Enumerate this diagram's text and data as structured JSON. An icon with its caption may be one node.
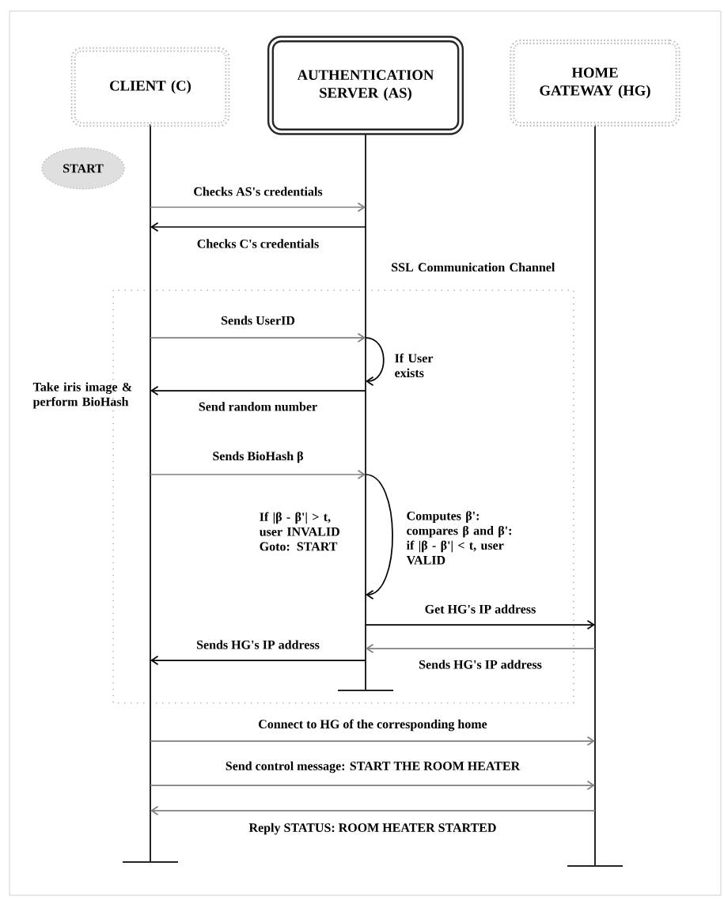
{
  "diagram": {
    "nodes": [
      {
        "text": [
          "CLIENT (C)"
        ]
      },
      {
        "text": [
          "AUTHENTICATION SERVER (AS)"
        ]
      },
      {
        "text": [
          "HOME GATEWAY (HG)"
        ]
      },
      {
        "text": [
          "START"
        ]
      }
    ],
    "edges": [
      {
        "from": 0,
        "to": 1,
        "arrow": "to",
        "label": "Checks AS's credentials"
      },
      {
        "from": 1,
        "to": 0,
        "arrow": "to",
        "label": "Checks C's credentials",
        "color": "#000000"
      },
      {
        "from": 0,
        "to": 1,
        "arrow": "to",
        "label": "Sends UserID"
      },
      {
        "from": 1,
        "to": 1,
        "arrow": "to",
        "label": "If User exists",
        "color": "#000000"
      },
      {
        "from": 1,
        "to": 0,
        "arrow": "to",
        "label": "Send random number",
        "color": "#000000"
      },
      {
        "from": 0,
        "to": 1,
        "arrow": "to",
        "label": "Sends BioHash β"
      },
      {
        "from": 1,
        "to": 1,
        "arrow": "to",
        "label": "Computes β': compares β and β': if |β - β'| < t, user VALID",
        "color": "#000000"
      },
      {
        "from": 1,
        "to": 2,
        "arrow": "to",
        "label": "Get HG's IP address",
        "color": "#000000"
      },
      {
        "from": 2,
        "to": 1,
        "arrow": "to",
        "label": "Sends HG's IP address"
      },
      {
        "from": 1,
        "to": 0,
        "arrow": "to",
        "label": "Sends HG's IP address",
        "color": "#000000"
      },
      {
        "from": 0,
        "to": 2,
        "arrow": "to",
        "label": "Connect to HG of the corresponding home"
      },
      {
        "from": 0,
        "to": 2,
        "arrow": "to",
        "label": "Send control message: START THE ROOM HEATER"
      },
      {
        "from": 2,
        "to": 0,
        "arrow": "to",
        "label": "Reply STATUS: ROOM HEATER STARTED"
      }
    ],
    "labels": [
      "SSL Communication Channel",
      "Take iris image & perform BioHash",
      "If |β - β'| > t, user INVALID Goto: START"
    ]
  }
}
